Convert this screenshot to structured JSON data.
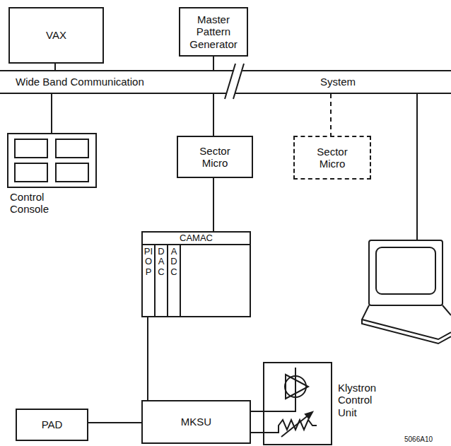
{
  "diagram": {
    "nodes": [
      {
        "text": [
          "VAX"
        ]
      },
      {
        "text": [
          "Master Pattern Generator"
        ]
      },
      {
        "text": [
          "Wide Band Communication",
          "System"
        ]
      },
      {
        "text": [
          "Control Console"
        ]
      },
      {
        "text": [
          "Sector Micro"
        ]
      },
      {
        "text": [
          "Sector Micro"
        ]
      },
      {
        "text": [
          "CAMAC"
        ]
      },
      {
        "text": [
          "PIOP"
        ],
        "in": 6
      },
      {
        "text": [
          "DAC"
        ],
        "in": 6
      },
      {
        "text": [
          "ADC"
        ],
        "in": 6
      },
      {
        "text": [
          "PAD"
        ]
      },
      {
        "text": [
          "MKSU"
        ]
      },
      {
        "text": [
          "Klystron Control Unit"
        ]
      }
    ],
    "edges": [
      {
        "from": 0,
        "to": 2,
        "arrow": "none"
      },
      {
        "from": 1,
        "to": 2,
        "arrow": "none"
      },
      {
        "from": 2,
        "to": 3,
        "arrow": "none"
      },
      {
        "from": 2,
        "to": 4,
        "arrow": "none"
      },
      {
        "from": 2,
        "to": 5,
        "arrow": "none"
      },
      {
        "from": 4,
        "to": 6,
        "arrow": "none"
      },
      {
        "from": 7,
        "to": 11,
        "arrow": "none"
      },
      {
        "from": 10,
        "to": 11,
        "arrow": "none"
      },
      {
        "from": 11,
        "to": 12,
        "arrow": "none"
      },
      {
        "from": 11,
        "to": 12,
        "arrow": "none"
      }
    ],
    "labels": [
      "5066A10"
    ]
  }
}
